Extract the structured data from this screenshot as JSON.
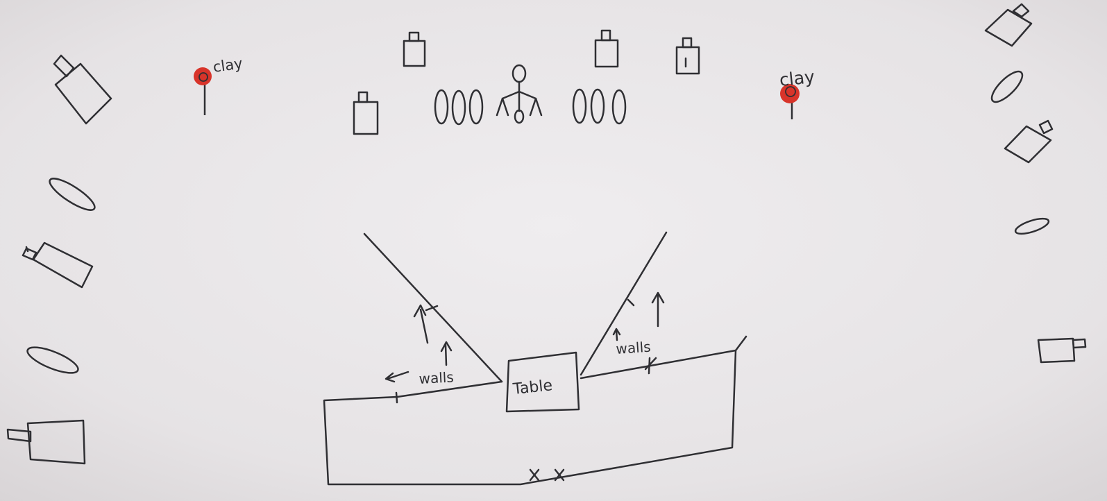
{
  "diagram": {
    "title": "",
    "labels": {
      "clay_left": "clay",
      "clay_right": "clay",
      "walls_left": "walls",
      "walls_right": "walls",
      "table": "Table"
    },
    "markers": {
      "bottom_marks": "X X"
    },
    "colors": {
      "paper": "#ebe8ea",
      "ink": "#2f2f33",
      "pin": "#d8342a"
    },
    "icons": [
      "camera-icon",
      "light-icon",
      "person-icon",
      "clay-pin-icon",
      "arrow-icon"
    ]
  }
}
